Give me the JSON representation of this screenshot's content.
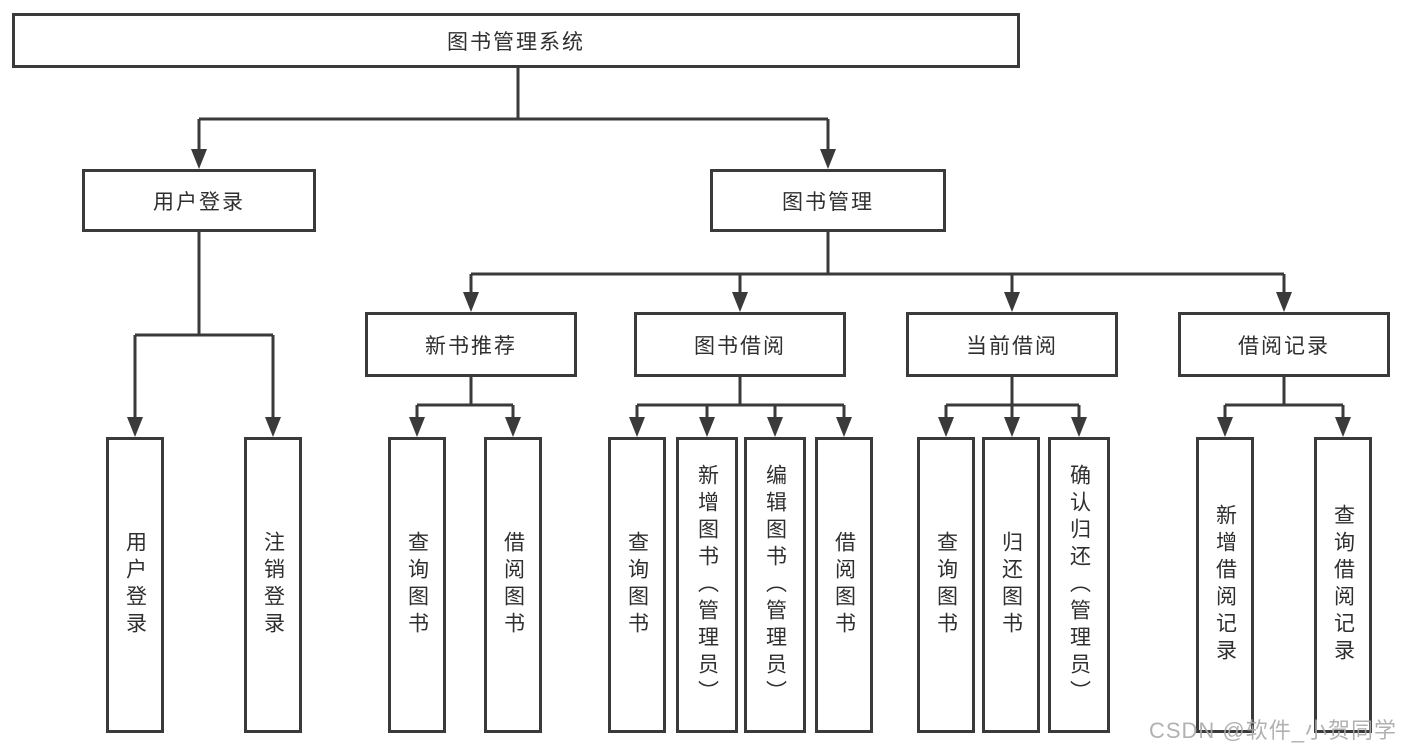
{
  "tree": {
    "label": "图书管理系统",
    "children": [
      {
        "label": "用户登录",
        "children": [
          {
            "label": "用户登录"
          },
          {
            "label": "注销登录"
          }
        ]
      },
      {
        "label": "图书管理",
        "children": [
          {
            "label": "新书推荐",
            "children": [
              {
                "label": "查询图书"
              },
              {
                "label": "借阅图书"
              }
            ]
          },
          {
            "label": "图书借阅",
            "children": [
              {
                "label": "查询图书"
              },
              {
                "label": "新增图书（管理员）"
              },
              {
                "label": "编辑图书（管理员）"
              },
              {
                "label": "借阅图书"
              }
            ]
          },
          {
            "label": "当前借阅",
            "children": [
              {
                "label": "查询图书"
              },
              {
                "label": "归还图书"
              },
              {
                "label": "确认归还（管理员）"
              }
            ]
          },
          {
            "label": "借阅记录",
            "children": [
              {
                "label": "新增借阅记录"
              },
              {
                "label": "查询借阅记录"
              }
            ]
          }
        ]
      }
    ]
  },
  "watermark": {
    "text": "CSDN @软件_小贺同学"
  },
  "colors": {
    "line": "#3a3a3a",
    "box_border": "#3a3a3a",
    "text": "#2f2f2f",
    "background": "#ffffff",
    "watermark": "#a9a9a9"
  }
}
